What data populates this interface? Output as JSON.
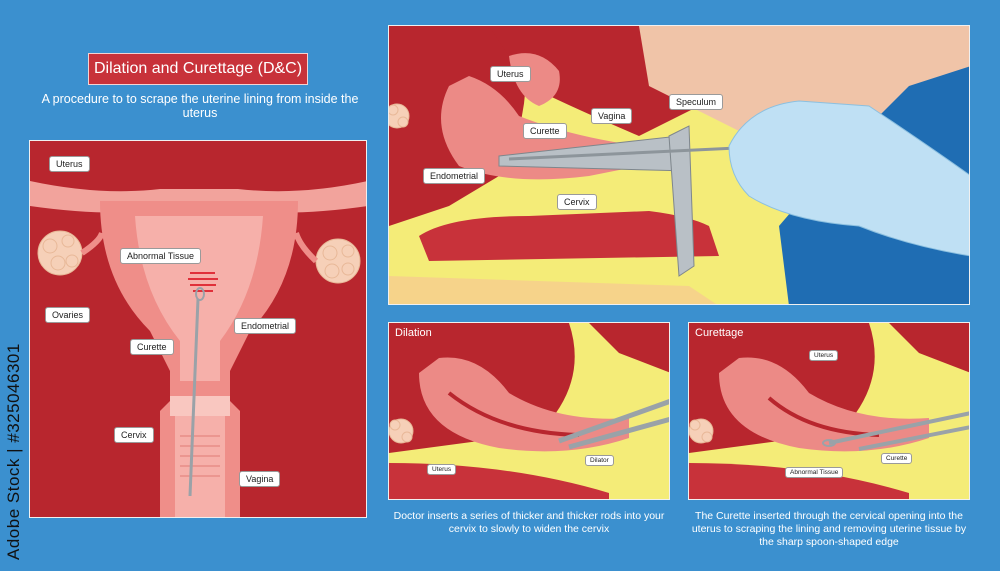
{
  "title": "Dilation and Curettage (D&C)",
  "subtitle": "A procedure to to scrape the uterine lining from inside the uterus",
  "watermark_text": "Adobe Stock | #325046301",
  "colors": {
    "background": "#3b90cf",
    "title_bg": "#c8323a",
    "tissue_dark": "#b8262e",
    "tissue_pink": "#ec8a86",
    "fat_yellow": "#f4ec78",
    "skin": "#f0c4a8",
    "glove": "#bfe0f4"
  },
  "panel_left": {
    "labels": {
      "uterus": "Uterus",
      "abnormal_tissue": "Abnormal Tissue",
      "ovaries": "Ovaries",
      "endometrial": "Endometrial",
      "curette": "Curette",
      "cervix": "Cervix",
      "vagina": "Vagina"
    }
  },
  "panel_top": {
    "labels": {
      "uterus": "Uterus",
      "vagina": "Vagina",
      "speculum": "Speculum",
      "curette": "Curette",
      "endometrial": "Endometrial",
      "cervix": "Cervix"
    }
  },
  "panel_dilation": {
    "title": "Dilation",
    "labels": {
      "uterus": "Uterus",
      "dilator": "Dilator"
    },
    "caption": "Doctor inserts a series of thicker and thicker rods into your cervix to slowly to widen the cervix"
  },
  "panel_curettage": {
    "title": "Curettage",
    "labels": {
      "uterus": "Uterus",
      "abnormal_tissue": "Abnormal Tissue",
      "curette": "Curette"
    },
    "caption": "The Curette inserted through the cervical opening into the uterus to scraping the lining and removing uterine tissue by the sharp spoon-shaped edge"
  }
}
